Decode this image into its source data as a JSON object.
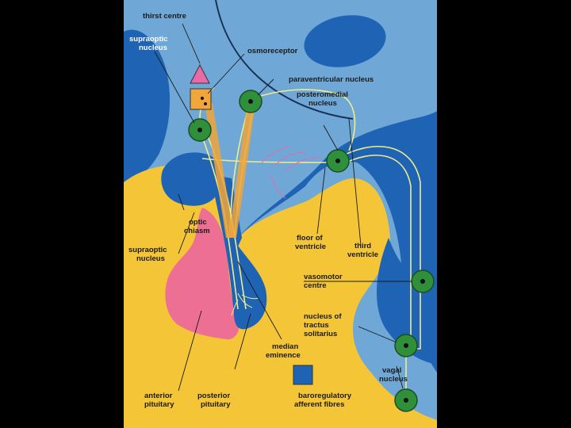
{
  "labels": {
    "thirst_centre": "thirst centre",
    "supraoptic_nucleus_top": [
      "supraoptic",
      "nucleus"
    ],
    "osmoreceptor": "osmoreceptor",
    "paraventricular_nucleus": "paraventricular nucleus",
    "posteromedial_nucleus": [
      "posteromedial",
      "nucleus"
    ],
    "optic_chiasm": [
      "optic",
      "chiasm"
    ],
    "supraoptic_nucleus_bottom": [
      "supraoptic",
      "nucleus"
    ],
    "floor_of_ventricle": [
      "floor of",
      "ventricle"
    ],
    "third_ventricle": [
      "third",
      "ventricle"
    ],
    "vasomotor_centre": [
      "vasomotor",
      "centre"
    ],
    "nucleus_tractus_solitarius": [
      "nucleus of",
      "tractus",
      "solitarius"
    ],
    "median_eminence": [
      "median",
      "eminence"
    ],
    "vagal_nucleus": [
      "vagal",
      "nucleus"
    ],
    "anterior_pituitary": [
      "anterior",
      "pituitary"
    ],
    "posterior_pituitary": [
      "posterior",
      "pituitary"
    ],
    "baroregulatory_afferent_fibres": [
      "baroregulatory",
      "afferent fibres"
    ]
  },
  "colors": {
    "background": "#000000",
    "panel_light_blue": "#6fa8d6",
    "dark_blue": "#1f63b5",
    "tissue_yellow": "#f4c637",
    "anterior_pituitary_pink": "#ee6f94",
    "nucleus_green": "#2f8f3a",
    "fibre_yellow": "#f0ec8a",
    "thirst_pink": "#e86aa6",
    "osmoreceptor_orange": "#f0a63a"
  },
  "icons": [
    "thirst-centre-triangle-icon",
    "osmoreceptor-square-icon",
    "baroregulatory-key-square-icon"
  ]
}
